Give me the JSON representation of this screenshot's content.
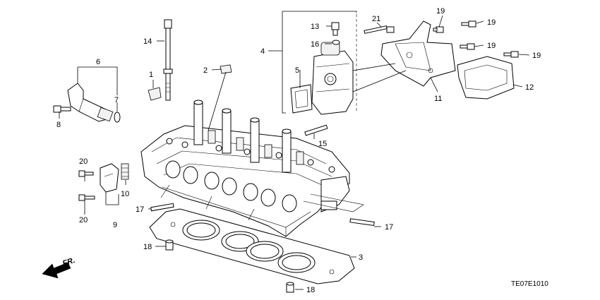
{
  "callouts": {
    "c1": "1",
    "c2": "2",
    "c3": "3",
    "c4": "4",
    "c5": "5",
    "c6": "6",
    "c7": "7",
    "c8": "8",
    "c9": "9",
    "c10": "10",
    "c11": "11",
    "c12": "12",
    "c13": "13",
    "c14": "14",
    "c15": "15",
    "c16": "16",
    "c17a": "17",
    "c17b": "17",
    "c18a": "18",
    "c18b": "18",
    "c19a": "19",
    "c19b": "19",
    "c19c": "19",
    "c19d": "19",
    "c20a": "20",
    "c20b": "20",
    "c21": "21"
  },
  "front_marker": "FR.",
  "diagram_code": "TE07E1010"
}
